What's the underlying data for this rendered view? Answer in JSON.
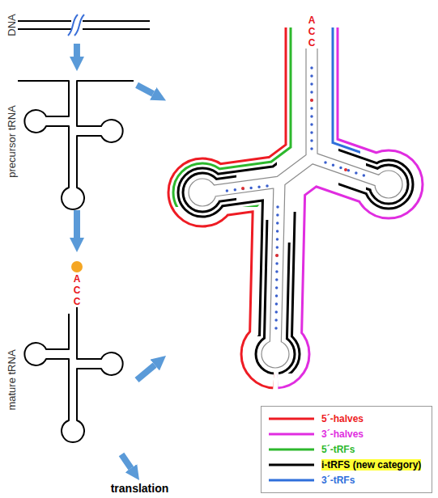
{
  "diagram": {
    "nodes": [
      {
        "text": [
          "DNA"
        ]
      },
      {
        "text": [
          "precursor tRNA"
        ]
      },
      {
        "text": [
          "mature tRNA",
          "ACC"
        ]
      },
      {
        "text": [
          "translation"
        ]
      },
      {
        "text": [
          "ACC"
        ]
      }
    ],
    "edges": [
      {
        "from": 0,
        "to": 1,
        "arrow": "to"
      },
      {
        "from": 1,
        "to": 2,
        "arrow": "to"
      },
      {
        "from": 1,
        "to": 4,
        "arrow": "to"
      },
      {
        "from": 2,
        "to": 4,
        "arrow": "to"
      },
      {
        "from": 2,
        "to": 3,
        "arrow": "to"
      }
    ],
    "legend": [
      {
        "text": "5´-halves"
      },
      {
        "text": "3´-halves"
      },
      {
        "text": "5´-tRFs"
      },
      {
        "text": "i-tRFS (new category)"
      },
      {
        "text": "3´-tRFs"
      }
    ]
  }
}
